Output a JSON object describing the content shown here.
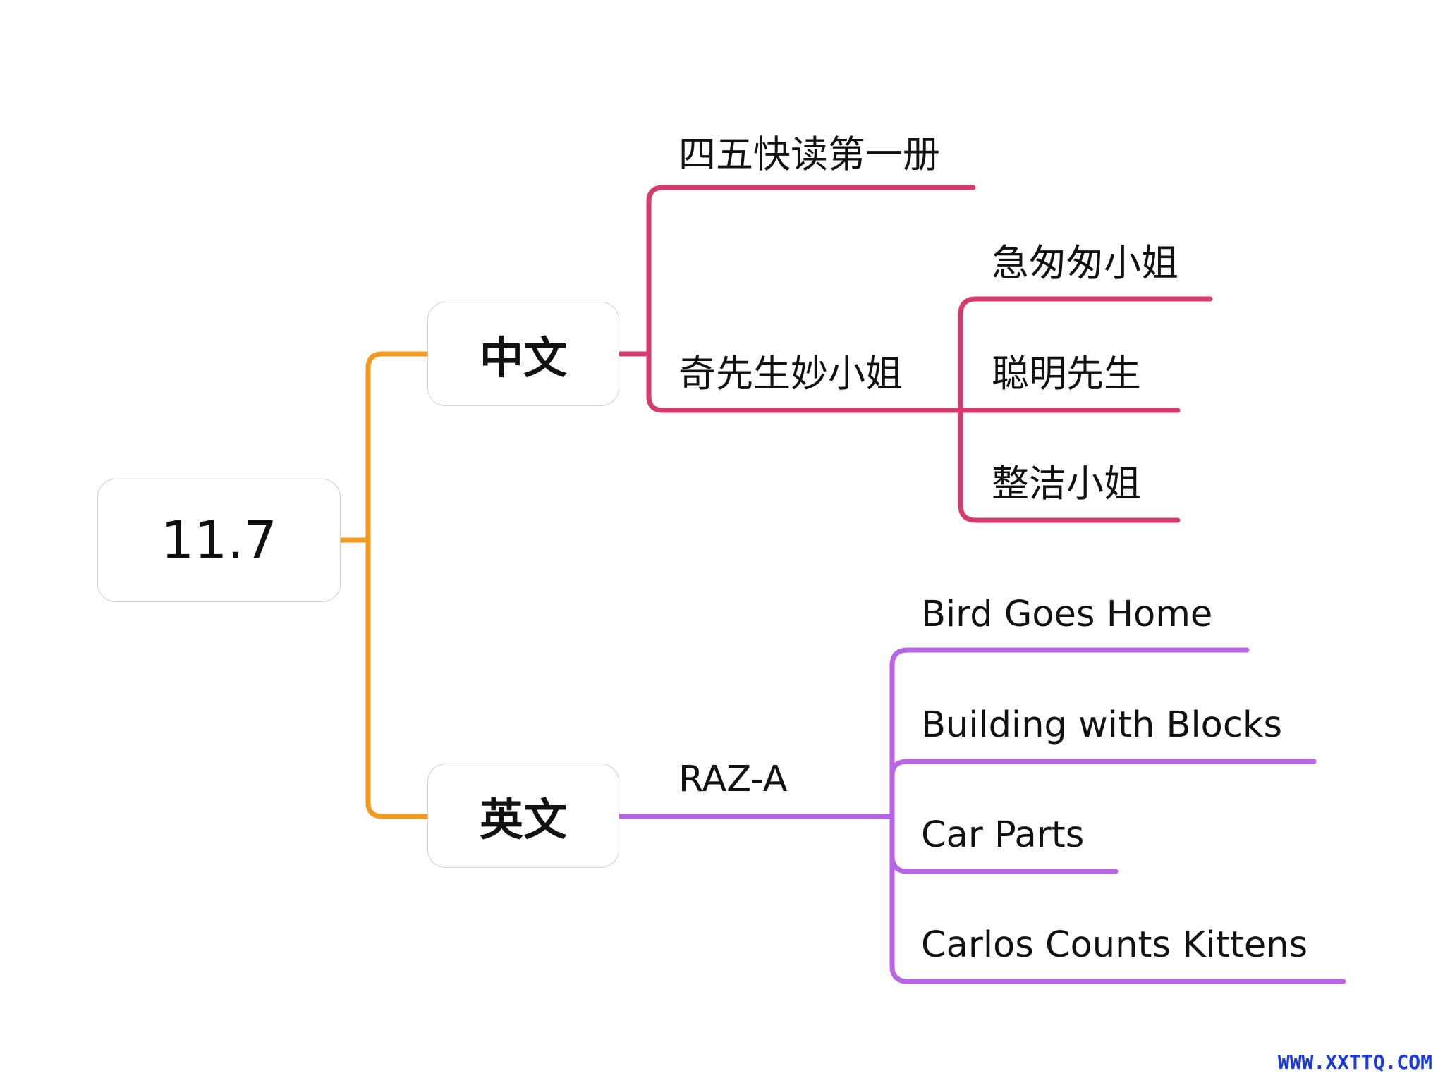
{
  "root": {
    "label": "11.7"
  },
  "branches": {
    "chinese": {
      "label": "中文",
      "color": "#d63a6e",
      "items": {
        "item1": "四五快读第一册",
        "item2": "奇先生妙小姐",
        "sub": [
          "急匆匆小姐",
          "聪明先生",
          "整洁小姐"
        ]
      }
    },
    "english": {
      "label": "英文",
      "color": "#b964e6",
      "items": {
        "item1": "RAZ-A",
        "sub": [
          "Bird Goes Home",
          "Building with Blocks",
          "Car Parts",
          "Carlos Counts Kittens"
        ]
      }
    }
  },
  "root_connector_color": "#f29a1e",
  "watermark": {
    "text": "WWW.XXTTQ.COM",
    "color": "#1a3adb"
  }
}
